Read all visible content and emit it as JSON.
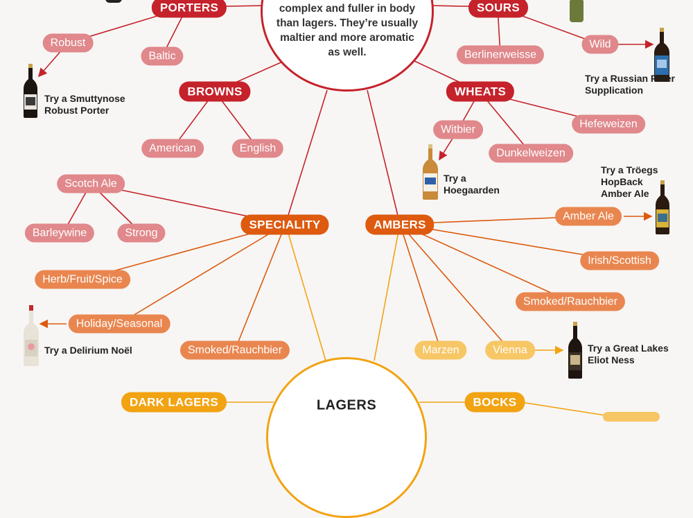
{
  "colors": {
    "red": "#c5222b",
    "pink": "#e0888b",
    "orange": "#dd5a0f",
    "light_orange": "#e9864f",
    "yellow_orange": "#f2a312",
    "light_yellow": "#f7c665"
  },
  "ales_circle": {
    "text": "complex and fuller in body than lagers. They’re usually maltier and more aromatic as well."
  },
  "lagers_circle": {
    "title": "LAGERS"
  },
  "categories": {
    "porters": "PORTERS",
    "sours": "SOURS",
    "browns": "BROWNS",
    "wheats": "WHEATS",
    "speciality": "SPECIALITY",
    "ambers": "AMBERS",
    "dark_lagers": "DARK LAGERS",
    "bocks": "BOCKS"
  },
  "styles": {
    "robust": "Robust",
    "baltic": "Baltic",
    "berlinerweisse": "Berlinerweisse",
    "wild": "Wild",
    "american": "American",
    "english": "English",
    "witbier": "Witbier",
    "hefeweizen": "Hefeweizen",
    "dunkelweizen": "Dunkelweizen",
    "scotch_ale": "Scotch Ale",
    "barleywine": "Barleywine",
    "strong": "Strong",
    "herb_fruit_spice": "Herb/Fruit/Spice",
    "holiday_seasonal": "Holiday/Seasonal",
    "smoked_speciality": "Smoked/Rauchbier",
    "amber_ale": "Amber Ale",
    "irish_scottish": "Irish/Scottish",
    "smoked_ambers": "Smoked/Rauchbier",
    "marzen": "Marzen",
    "vienna": "Vienna"
  },
  "recommendations": {
    "smuttynose": "Try a Smuttynose Robust Porter",
    "russian_river": "Try a Russian River Supplication",
    "hoegaarden": "Try a Hoegaarden",
    "troegs": "Try a Tröegs HopBack Amber Ale",
    "delirium": "Try a Delirium Noël",
    "great_lakes": "Try a Great Lakes Eliot Ness"
  }
}
